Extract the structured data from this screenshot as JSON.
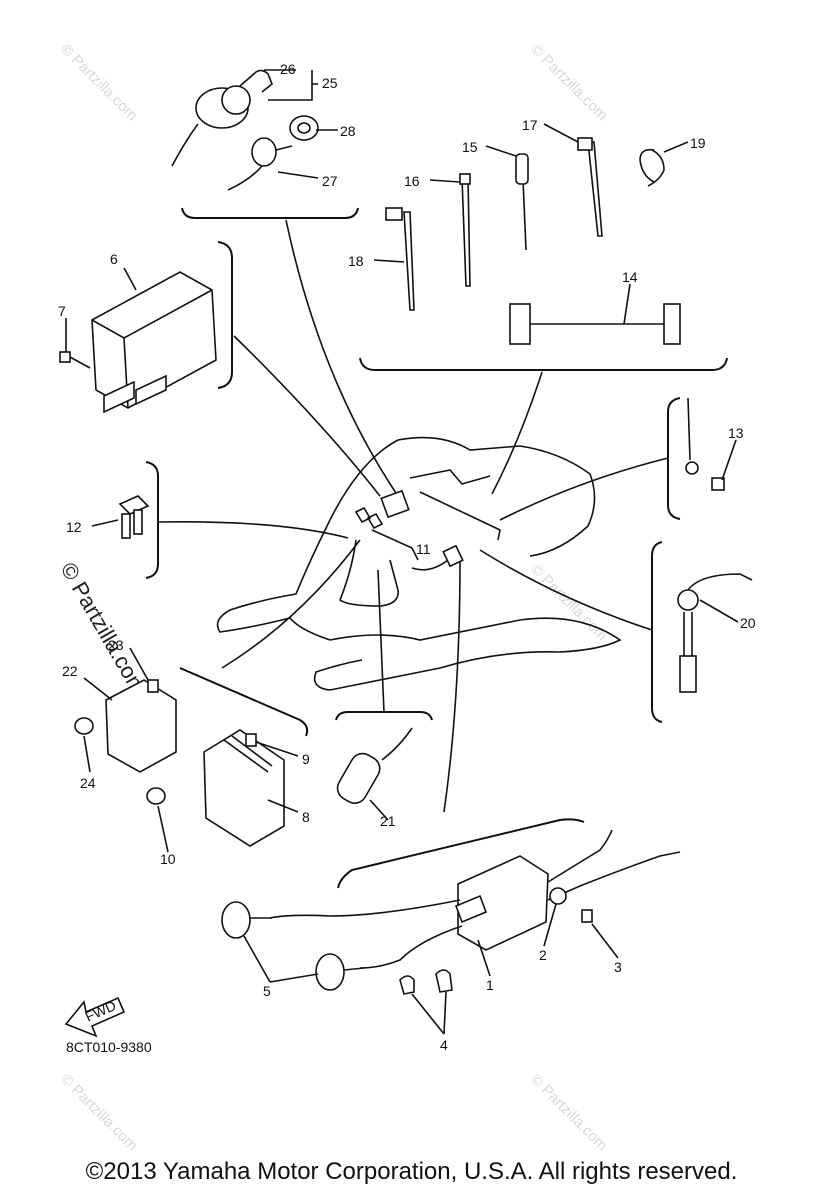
{
  "diagram_code": "8CT010-9380",
  "fwd_label": "FWD",
  "watermark": "© Partzilla.com",
  "copyright": "©2013  Yamaha Motor Corporation, U.S.A. All rights reserved.",
  "callouts": [
    "1",
    "2",
    "3",
    "4",
    "5",
    "6",
    "7",
    "8",
    "9",
    "10",
    "11",
    "12",
    "13",
    "14",
    "15",
    "16",
    "17",
    "18",
    "19",
    "20",
    "21",
    "22",
    "23",
    "24",
    "25",
    "26",
    "27",
    "28"
  ]
}
